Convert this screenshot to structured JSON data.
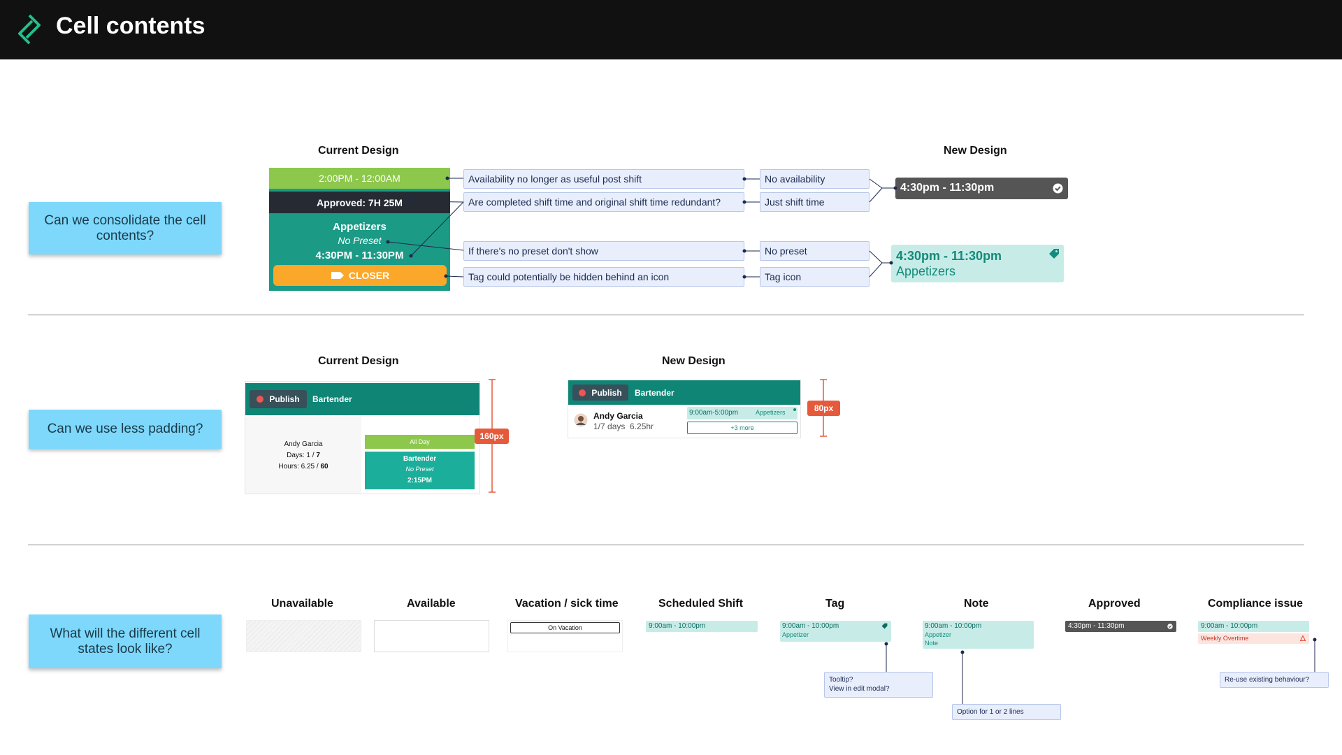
{
  "header": {
    "title": "Cell contents"
  },
  "colors": {
    "teal": "#138a7a",
    "teal_light": "#c7ece8",
    "green": "#8dc84c",
    "dark": "#262b33",
    "orange": "#fba82a",
    "sticky": "#7dd8fb",
    "red_badge": "#e65a3c"
  },
  "section1": {
    "question": "Can we consolidate the cell contents?",
    "current_label": "Current Design",
    "new_label": "New Design",
    "old_cell": {
      "availability": "2:00PM - 12:00AM",
      "approved": "Approved: 7H 25M",
      "position": "Appetizers",
      "preset": "No Preset",
      "time": "4:30PM - 11:30PM",
      "tag": "CLOSER"
    },
    "notes": [
      "Availability no longer as useful post shift",
      "Are completed shift time and original shift time redundant?",
      "If there's no preset don't show",
      "Tag could potentially be hidden behind an icon"
    ],
    "results": [
      "No availability",
      "Just shift time",
      "No preset",
      "Tag icon"
    ],
    "new_cell_dark": {
      "time": "4:30pm - 11:30pm"
    },
    "new_cell_teal": {
      "time": "4:30pm - 11:30pm",
      "position": "Appetizers"
    }
  },
  "section2": {
    "question": "Can we use less padding?",
    "current_label": "Current Design",
    "new_label": "New Design",
    "old": {
      "publish": "Publish",
      "role": "Bartender",
      "name": "Andy Garcia",
      "days_label": "Days: 1 / ",
      "days_total": "7",
      "hours_label": "Hours: 6.25 / ",
      "hours_total": "60",
      "all_day": "All Day",
      "shift_role": "Bartender",
      "shift_preset": "No Preset",
      "shift_time": "2:15PM",
      "height_badge": "160px"
    },
    "new": {
      "publish": "Publish",
      "role": "Bartender",
      "name": "Andy Garcia",
      "meta": "1/7 days  6.25hr",
      "shift_time": "9:00am-5:00pm",
      "shift_position": "Appetizers",
      "more": "+3 more",
      "height_badge": "80px"
    }
  },
  "section3": {
    "question": "What will the different cell states look like?",
    "states": [
      "Unavailable",
      "Available",
      "Vacation / sick time",
      "Scheduled Shift",
      "Tag",
      "Note",
      "Approved",
      "Compliance issue"
    ],
    "vacation": "On Vacation",
    "scheduled": "9:00am - 10:00pm",
    "tag_time": "9:00am - 10:00pm",
    "tag_position": "Appetizer",
    "note_time": "9:00am - 10:00pm",
    "note_position": "Appetizer",
    "note_label": "Note",
    "approved_time": "4:30pm - 11:30pm",
    "compliance_time": "9:00am - 10:00pm",
    "compliance_warning": "Weekly Overtime",
    "tooltip_note_1": "Tooltip?",
    "tooltip_note_2": "View in edit modal?",
    "lines_note": "Option for 1 or 2 lines",
    "reuse_note": "Re-use existing behaviour?"
  }
}
